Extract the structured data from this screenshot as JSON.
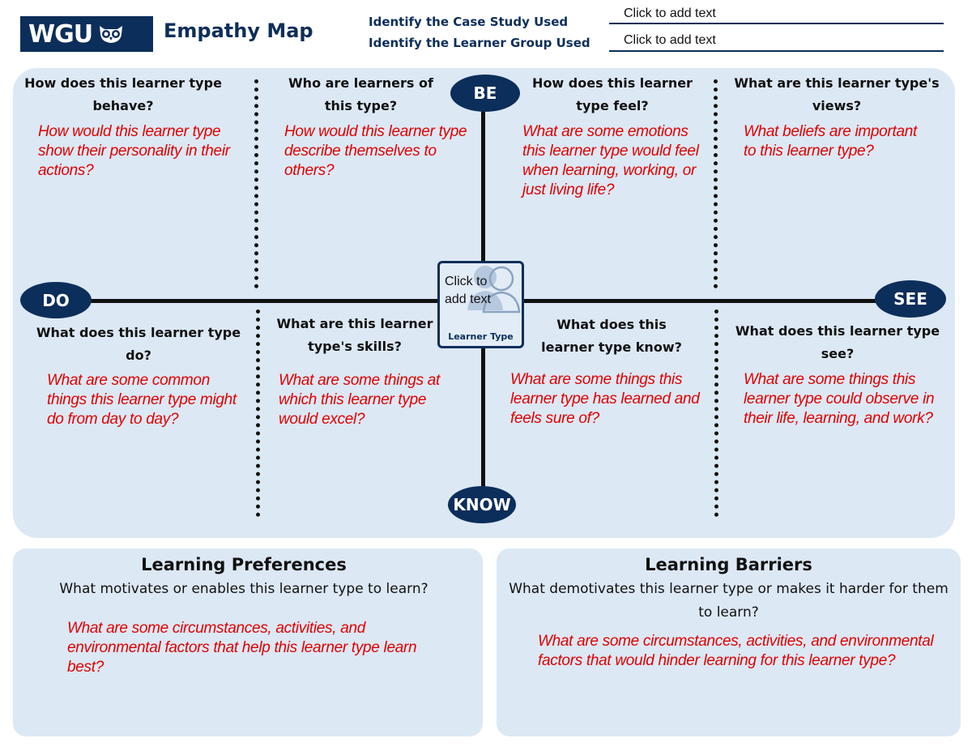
{
  "header": {
    "logo_text": "WGU",
    "title": "Empathy Map",
    "case_study_label": "Identify the Case Study Used",
    "learner_group_label": "Identify the Learner Group Used",
    "case_study_value": "Click to add text",
    "learner_group_value": "Click to add text"
  },
  "axes": {
    "be": "BE",
    "do": "DO",
    "see": "SEE",
    "know": "KNOW"
  },
  "center": {
    "placeholder": "Click to add text",
    "label": "Learner Type"
  },
  "quadrants": [
    {
      "question": "How does this learner type behave?",
      "prompt": "How would this learner type show their personality in their actions?"
    },
    {
      "question": "Who are learners of this type?",
      "prompt": "How would this learner type describe themselves to others?"
    },
    {
      "question": "How does this learner type feel?",
      "prompt": "What are some emotions this learner type would feel when learning, working, or just living life?"
    },
    {
      "question": "What are this learner type's views?",
      "prompt": "What beliefs are important to this learner type?"
    },
    {
      "question": "What does this learner type do?",
      "prompt": "What are some common things this learner type might do from day to day?"
    },
    {
      "question": "What are this learner type's skills?",
      "prompt": "What are some things at which this learner type would excel?"
    },
    {
      "question": "What does this learner type know?",
      "prompt": "What are some things this learner type has learned and feels sure of?"
    },
    {
      "question": "What does this learner type see?",
      "prompt": "What are some things this learner type could observe in their life, learning, and work?"
    }
  ],
  "preferences": {
    "heading": "Learning Preferences",
    "subheading": "What motivates or enables this learner type to learn?",
    "prompt": "What are some circumstances, activities, and environmental factors that help this learner type learn best?"
  },
  "barriers": {
    "heading": "Learning Barriers",
    "subheading": "What demotivates this learner type or makes it harder for them to learn?",
    "prompt": "What are some circumstances, activities, and environmental factors that would hinder learning for this learner type?"
  },
  "colors": {
    "navy": "#0c2e5a",
    "panel": "#dce8f4",
    "prompt_red": "#e00000"
  },
  "icons": {
    "logo": "owl-icon",
    "center": "user-silhouette-icon"
  }
}
